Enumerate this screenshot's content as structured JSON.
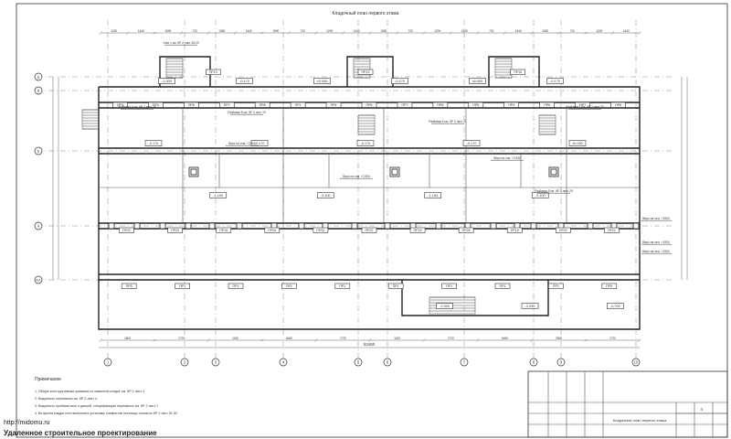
{
  "title": "Кладочный план первого этажа",
  "notes": {
    "heading": "Примечание",
    "items": [
      "1. Общие конструктивные указания по каменной кладке см. КР 2 лист 3",
      "2. Ведомость перемычек см. КР 2 лист 4.",
      "3. Ведомость проёмов окон и дверей, спецификацию перемычек см. КР 2 лист 7.",
      "4. Во время кладки стен выполнить установку элементов лестницы согласно КР 2 лист 51-52"
    ]
  },
  "stamp": {
    "title": "Кладочный план первого этажа",
    "sheet": "5"
  },
  "total_dimension": "52460",
  "axes": {
    "bottom": [
      "1",
      "2",
      "3",
      "4",
      "5",
      "6",
      "7",
      "8",
      "9",
      "10"
    ],
    "left": [
      "Д",
      "В",
      "Б",
      "А",
      "А/1"
    ]
  },
  "level_marks": {
    "upper": [
      "-1.300",
      "-0.170",
      "±0.000",
      "-0.170",
      "±0.000",
      "-0.170"
    ],
    "middle": [
      "-0.170",
      "-0.170",
      "-0.170",
      "-0.170",
      "±0.000"
    ],
    "lower": [
      "-1.100",
      "-2.100",
      "-1.100",
      "-2.100"
    ],
    "basement": [
      "-2.000",
      "-2.030",
      "-0.700"
    ]
  },
  "right_notes": [
    "Верх на отм. +1900",
    "Верх на отм. +1900",
    "Верх на отм. +1900"
  ],
  "openings": {
    "row_top": [
      "ПР10",
      "ПР13",
      "ПР10"
    ],
    "row_b": [
      "ПР5",
      "ПР4",
      "ПР6",
      "ПР7",
      "ПР8",
      "ПР1",
      "ПР4",
      "ПР6",
      "ПР7",
      "ПР8",
      "ПР5",
      "ПР4",
      "ПР6",
      "ПР7",
      "ПР8"
    ],
    "row_a": [
      "ПР22",
      "ПР22",
      "ПР19",
      "ПР26",
      "ПР22",
      "ПР22",
      "ПР19",
      "ПР26",
      "ПР19",
      "ПР22",
      "ПР22"
    ],
    "row_a1": [
      "ПР5",
      "ПР1",
      "ПР1",
      "ПР1",
      "ПР1",
      "ПР1",
      "ПР1",
      "ПР1",
      "ПР1",
      "ПР5"
    ]
  },
  "callouts": [
    "Разбивка 4 см. КР 2 лист 16",
    "Разбивка 5 см. КР 2 лист 19",
    "Разбивка 6 см. КР 2 лист 21",
    "Разбивка 7 см. КР 2 лист 25",
    "Разбивка 9 см. КР 2 лист 29",
    "Верх на отм. +2.900",
    "Верх на отм. +2.900",
    "Верх на отм. +2.900",
    "Узел 1 см. КР 2 лист 28-29"
  ],
  "dims_top": [
    "1200",
    "1440",
    "1590",
    "720",
    "1950",
    "1440",
    "1590",
    "720",
    "1200",
    "1440",
    "1590",
    "720",
    "1200",
    "1590",
    "720",
    "1440",
    "1590",
    "720",
    "1200",
    "1440"
  ],
  "dims_bottom": [
    "1800",
    "7270",
    "1190",
    "6450",
    "7270",
    "1190",
    "7270",
    "6450",
    "2900",
    "7270"
  ],
  "watermark": {
    "site": "http://midomu.ru",
    "tag": "Удаленное строительное проектирование"
  }
}
